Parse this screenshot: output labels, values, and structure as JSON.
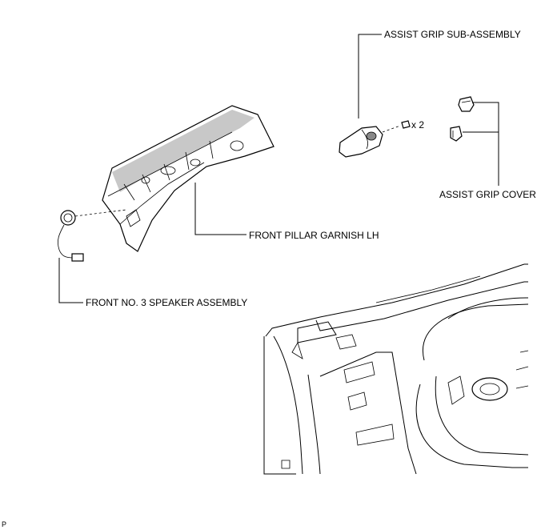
{
  "labels": {
    "assist_grip_sub_assembly": "ASSIST GRIP SUB-ASSEMBLY",
    "screw_count": "x 2",
    "assist_grip_cover": "ASSIST GRIP COVER",
    "front_pillar_garnish_lh": "FRONT PILLAR GARNISH LH",
    "front_no3_speaker_assembly": "FRONT NO. 3 SPEAKER ASSEMBLY",
    "corner_mark": "P"
  }
}
